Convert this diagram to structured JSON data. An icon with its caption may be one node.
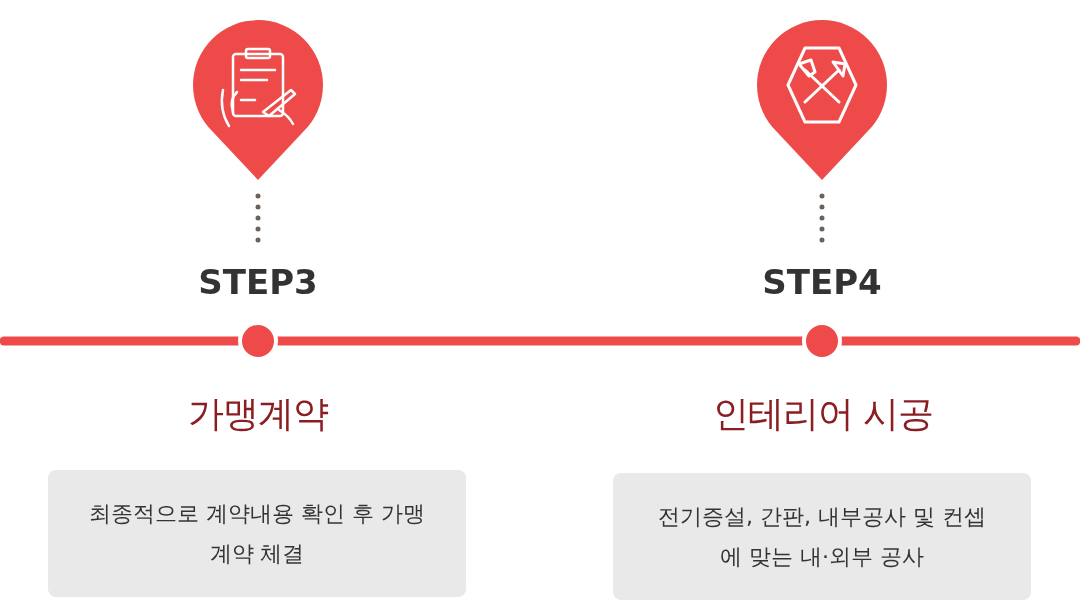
{
  "diagram": {
    "nodes": [
      {
        "text": [],
        "shape": "pin"
      },
      {
        "text": [
          "STEP3"
        ]
      },
      {
        "text": [],
        "shape": "pin"
      },
      {
        "text": [
          "STEP4"
        ]
      },
      {
        "text": [
          "가맹계약",
          "최종적으로 계약내용 확인 후 가맹계약 체결"
        ]
      },
      {
        "text": [
          "인테리어 시공",
          "전기증설, 간판, 내부공사 및 컨셉에 맞는 내·외부 공사"
        ]
      }
    ],
    "edges": [
      {
        "from": 0,
        "to": 1,
        "arrow": "none",
        "style": "dashed"
      },
      {
        "from": 2,
        "to": 3,
        "arrow": "none",
        "style": "dashed"
      }
    ]
  }
}
